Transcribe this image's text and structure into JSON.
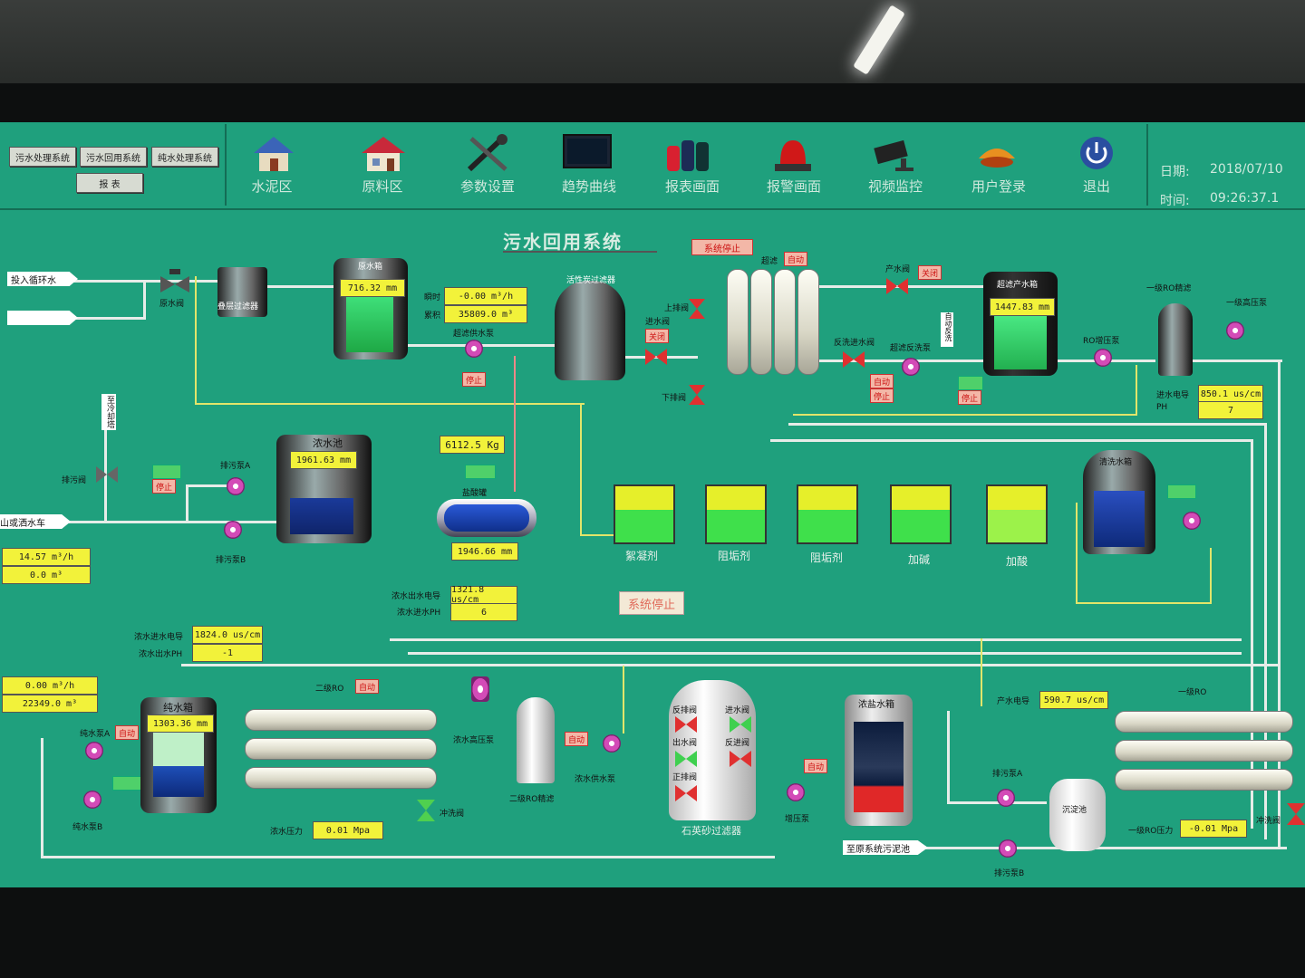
{
  "nav_buttons": [
    "污水处理系统",
    "污水回用系统",
    "纯水处理系统",
    "报 表"
  ],
  "toolbar": [
    {
      "label": "水泥区",
      "icon": "house-icon"
    },
    {
      "label": "原料区",
      "icon": "red-house-icon"
    },
    {
      "label": "参数设置",
      "icon": "tools-icon"
    },
    {
      "label": "趋势曲线",
      "icon": "monitor-icon"
    },
    {
      "label": "报表画面",
      "icon": "report-icon"
    },
    {
      "label": "报警画面",
      "icon": "alarm-light-icon"
    },
    {
      "label": "视频监控",
      "icon": "camera-icon"
    },
    {
      "label": "用户登录",
      "icon": "user-icon"
    },
    {
      "label": "退出",
      "icon": "power-icon"
    }
  ],
  "date_label": "日期:",
  "date_value": "2018/07/10",
  "time_label": "时间:",
  "time_value": "09:26:37.1",
  "title": "污水回用系统",
  "system_state_btn": "系统停止",
  "system_state_center": "系统停止",
  "inputs": {
    "recirc": "投入循环水",
    "chill": "至冷却塔",
    "supply": "山或洒水车",
    "pure_out": "至原系统污泥池"
  },
  "readings": {
    "feed_tank_level": "716.32  mm",
    "flow_inst_label": "瞬时",
    "flow_inst": "-0.00  m³/h",
    "flow_total_label": "累积",
    "flow_total": "35809.0  m³",
    "uf_tank_level": "1447.83 mm",
    "inlet_cond": "850.1 us/cm",
    "inlet_ph": "7",
    "conc_pool_level": "1961.63 mm",
    "acid_weight": "6112.5  Kg",
    "acid_tank_level": "1946.66 mm",
    "flow2": "14.57   m³/h",
    "total2": "0.0     m³",
    "conc_out_cond": "1321.8 us/cm",
    "conc_in_ph": "6",
    "conc_in_cond": "1824.0 us/cm",
    "conc_out_ph": "-1",
    "flow3": "0.00   m³/h",
    "total3": "22349.0   m³",
    "pure_tank_level": "1303.36 mm",
    "conc_pressure": "0.01  Mpa",
    "prod_cond": "590.7  us/cm",
    "ro1_pressure": "-0.01  Mpa"
  },
  "labels": {
    "raw_valve": "原水阀",
    "filter": "叠层过滤器",
    "feed_tank": "原水箱",
    "uf_feed_pump": "超滤供水泵",
    "carbon": "活性炭过滤器",
    "up_drain": "上排阀",
    "inlet_valve": "进水阀",
    "down_drain": "下排阀",
    "uf": "超滤",
    "prod_valve": "产水阀",
    "bw_in_valve": "反洗进水阀",
    "bw_pump": "超滤反洗泵",
    "auto_bw": "自动反洗",
    "uf_tank": "超滤产水箱",
    "ro_booster": "RO增压泵",
    "ro1_filter": "一级RO精滤",
    "ro1_hp": "一级高压泵",
    "inlet_cond_label": "进水电导",
    "inlet_ph_label": "PH",
    "drain_valve": "排污阀",
    "conc_pool": "浓水池",
    "pumpA": "排污泵A",
    "pumpB": "排污泵B",
    "acid_tank": "盐酸罐",
    "d1": "絮凝剂",
    "d2": "阻垢剂",
    "d3": "阻垢剂",
    "d4": "加碱",
    "d5": "加酸",
    "clean_tank": "清洗水箱",
    "conc_out_cond_label": "浓水出水电导",
    "conc_in_ph_label": "浓水进水PH",
    "conc_in_cond_label": "浓水进水电导",
    "conc_out_ph_label": "浓水出水PH",
    "ro2": "二级RO",
    "pure_tank": "纯水箱",
    "pure_pumpA": "纯水泵A",
    "pure_pumpB": "纯水泵B",
    "conc_hp": "浓水高压泵",
    "ro2_filter": "二级RO精滤",
    "conc_feed_pump": "浓水供水泵",
    "back_drain": "反排阀",
    "in_valve": "进水阀",
    "out_valve": "出水阀",
    "bw_valve": "反进阀",
    "fwd_drain": "正排阀",
    "sand": "石英砂过滤器",
    "booster": "增压泵",
    "brine_tank": "浓盐水箱",
    "flush_valve": "冲洗阀",
    "conc_pressure_label": "浓水压力",
    "prod_cond_label": "产水电导",
    "sediment": "沉淀池",
    "ro1": "一级RO",
    "ro1_pressure_label": "一级RO压力",
    "flush2": "冲洗阀"
  },
  "status": {
    "auto": "自动",
    "stop": "停止",
    "close": "关闭"
  }
}
